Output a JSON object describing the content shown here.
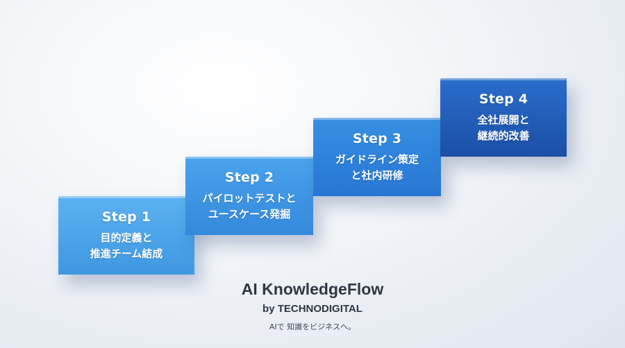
{
  "steps": [
    {
      "title": "Step 1",
      "lines": [
        "目的定義と",
        "推進チーム結成"
      ]
    },
    {
      "title": "Step 2",
      "lines": [
        "パイロットテストと",
        "ユースケース発掘"
      ]
    },
    {
      "title": "Step 3",
      "lines": [
        "ガイドライン策定",
        "と社内研修"
      ]
    },
    {
      "title": "Step 4",
      "lines": [
        "全社展開と",
        "継続的改善"
      ]
    }
  ],
  "brand": {
    "title": "AI KnowledgeFlow",
    "subtitle": "by TECHNODIGITAL",
    "tagline": "AIで 知識をビジネスへ。"
  },
  "colors": {
    "step1": "#4aa5ea",
    "step2": "#3a90e0",
    "step3": "#2b7bd6",
    "step4": "#1f56ad",
    "brand_text": "#2e3744"
  }
}
